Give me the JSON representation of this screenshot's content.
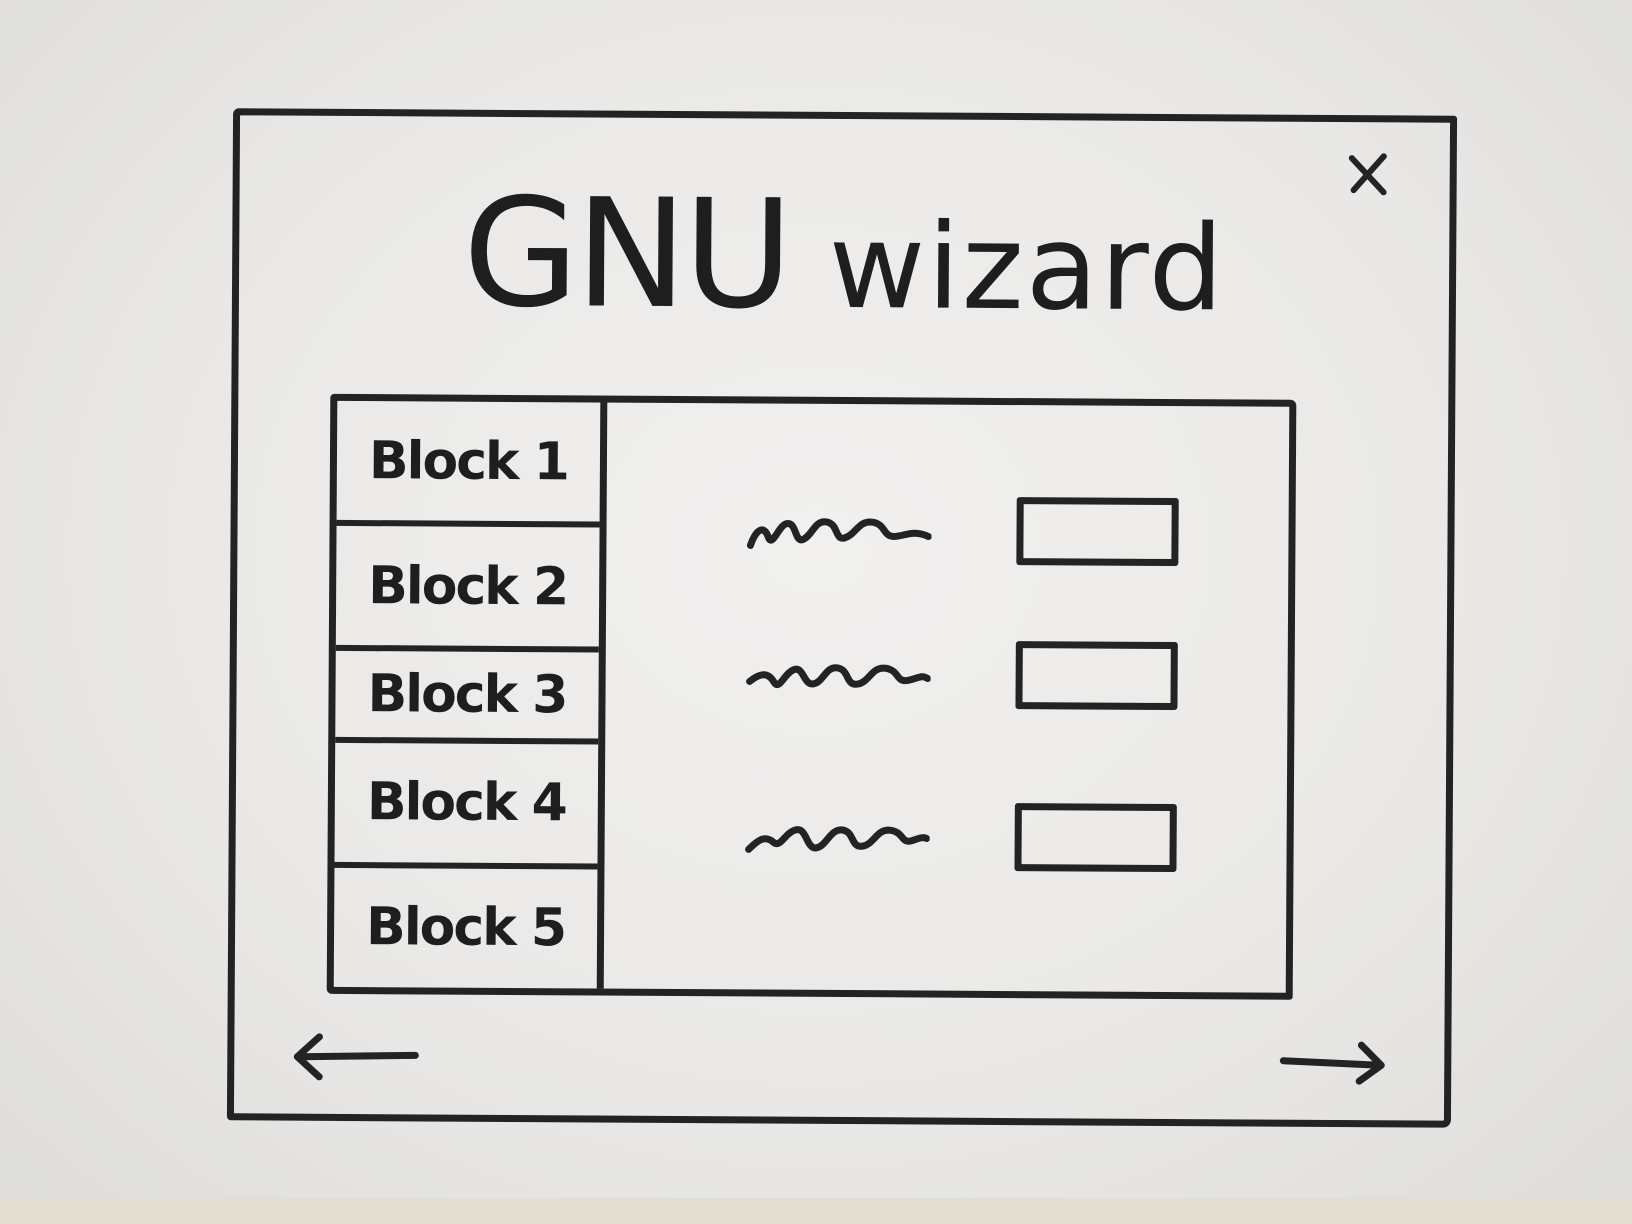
{
  "window": {
    "title": "GNU wizard",
    "title_first": "GNU",
    "title_rest": "wizard",
    "close_icon": "close-icon"
  },
  "sidebar": {
    "items": [
      {
        "label": "Block 1"
      },
      {
        "label": "Block 2"
      },
      {
        "label": "Block 3"
      },
      {
        "label": "Block 4"
      },
      {
        "label": "Block 5"
      }
    ]
  },
  "content": {
    "fields": [
      {
        "label_icon": "placeholder-text-squiggle",
        "value": ""
      },
      {
        "label_icon": "placeholder-text-squiggle",
        "value": ""
      },
      {
        "label_icon": "placeholder-text-squiggle",
        "value": ""
      }
    ]
  },
  "navigation": {
    "back_icon": "arrow-left-icon",
    "next_icon": "arrow-right-icon"
  },
  "colors": {
    "ink": "#232323",
    "paper": "#ecebe9"
  }
}
